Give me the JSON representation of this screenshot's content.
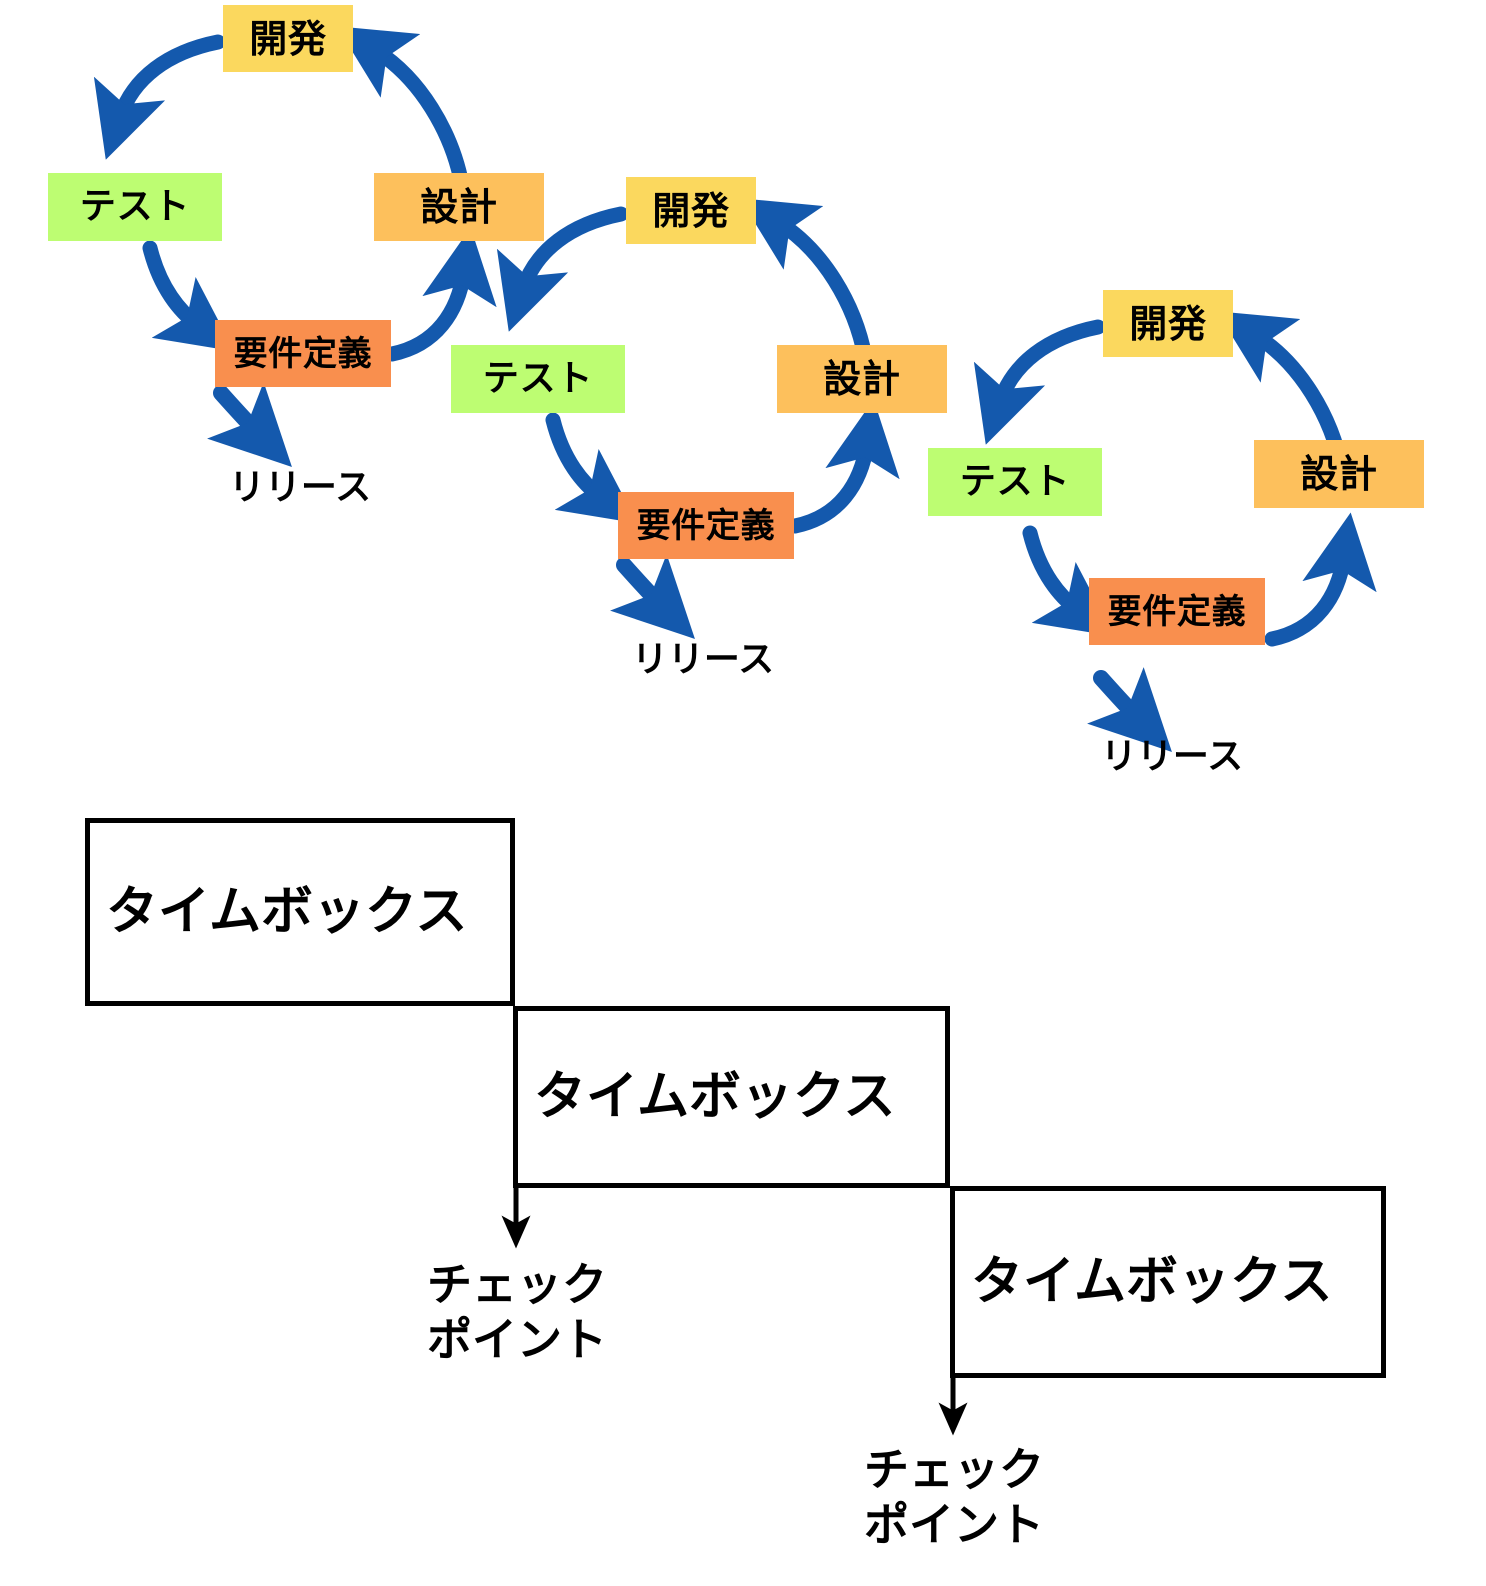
{
  "diagram": {
    "title": "Iterative development cycles with timeboxes",
    "colors": {
      "development": "#FBD85E",
      "test": "#BDFD72",
      "design": "#FDC05C",
      "requirements": "#F98F4E",
      "arrow_blue": "#1459AD",
      "outline_black": "#000000",
      "background": "#FFFFFF"
    },
    "cycles": [
      {
        "name": "cycle-1",
        "phases": [
          {
            "id": "development",
            "label": "開発"
          },
          {
            "id": "test",
            "label": "テスト"
          },
          {
            "id": "requirements",
            "label": "要件定義"
          },
          {
            "id": "design",
            "label": "設計"
          }
        ],
        "release_label": "リリース"
      },
      {
        "name": "cycle-2",
        "phases": [
          {
            "id": "development",
            "label": "開発"
          },
          {
            "id": "test",
            "label": "テスト"
          },
          {
            "id": "requirements",
            "label": "要件定義"
          },
          {
            "id": "design",
            "label": "設計"
          }
        ],
        "release_label": "リリース"
      },
      {
        "name": "cycle-3",
        "phases": [
          {
            "id": "development",
            "label": "開発"
          },
          {
            "id": "test",
            "label": "テスト"
          },
          {
            "id": "requirements",
            "label": "要件定義"
          },
          {
            "id": "design",
            "label": "設計"
          }
        ],
        "release_label": "リリース"
      }
    ],
    "timeboxes": [
      {
        "name": "timebox-1",
        "label": "タイムボックス"
      },
      {
        "name": "timebox-2",
        "label": "タイムボックス"
      },
      {
        "name": "timebox-3",
        "label": "タイムボックス"
      }
    ],
    "checkpoints": [
      {
        "name": "checkpoint-1",
        "label": "チェック\nポイント"
      },
      {
        "name": "checkpoint-2",
        "label": "チェック\nポイント"
      }
    ]
  }
}
